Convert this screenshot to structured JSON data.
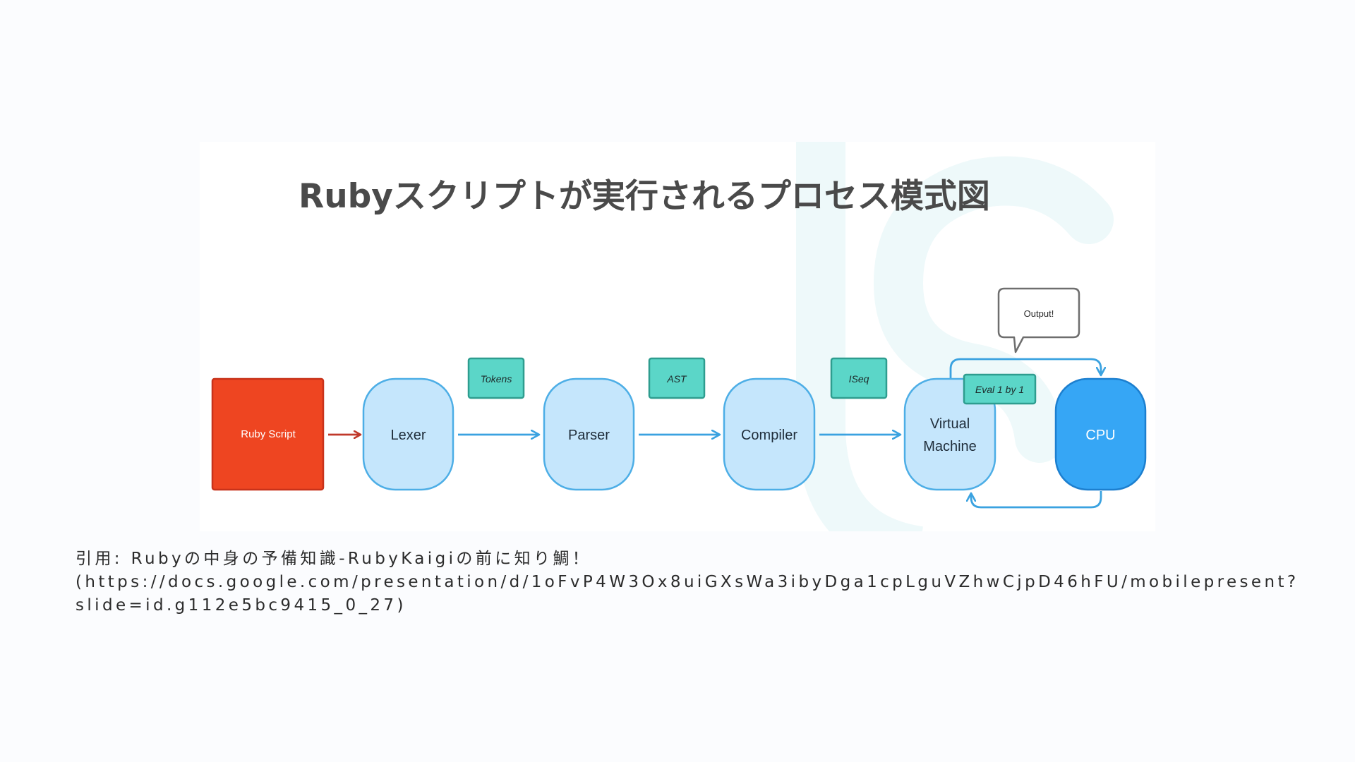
{
  "title": "Rubyスクリプトが実行されるプロセス模式図",
  "nodes": {
    "ruby_script": "Ruby Script",
    "lexer": "Lexer",
    "parser": "Parser",
    "compiler": "Compiler",
    "vm_line1": "Virtual",
    "vm_line2": "Machine",
    "cpu": "CPU"
  },
  "tags": {
    "tokens": "Tokens",
    "ast": "AST",
    "iseq": "ISeq",
    "eval": "Eval 1 by 1"
  },
  "bubble": "Output!",
  "citation": {
    "line1": "引用: Rubyの中身の予備知識-RubyKaigiの前に知り鯛！",
    "line2": "(https://docs.google.com/presentation/d/1oFvP4W3Ox8uiGXsWa3ibyDga1cpLguVZhwCjpD46hFU/mobilepresent?",
    "line3": "slide=id.g112e5bc9415_0_27)"
  },
  "colors": {
    "ruby_script_fill": "#ee4521",
    "stage_fill": "#c5e6fc",
    "stage_stroke": "#4daee6",
    "cpu_fill": "#36a6f5",
    "tag_fill": "#5bd6c8",
    "tag_stroke": "#2e9d8f",
    "arrow_red": "#c0392b",
    "arrow_blue": "#3aa2e0"
  }
}
